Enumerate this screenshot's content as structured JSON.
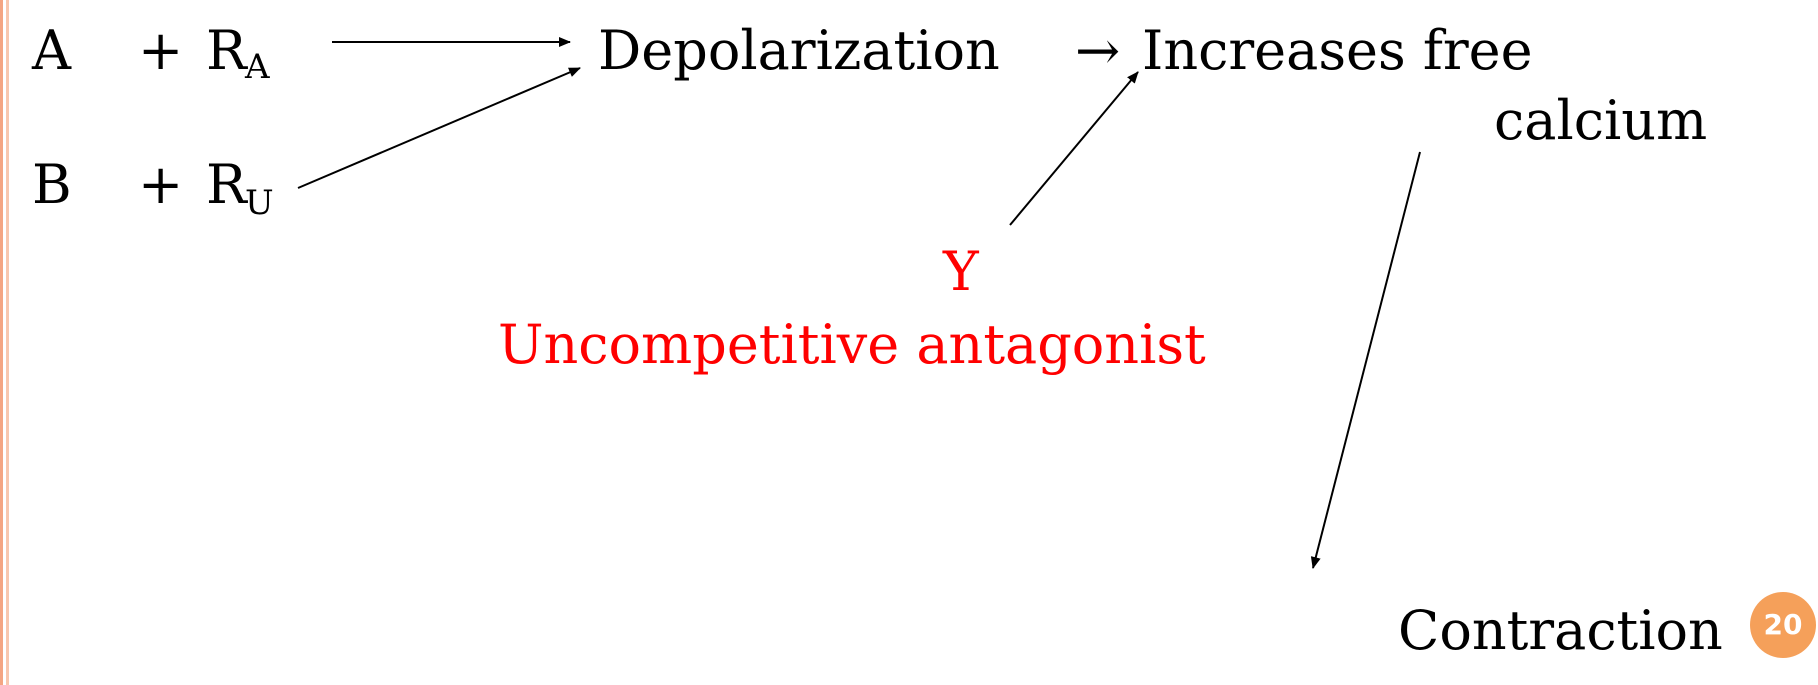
{
  "diagram": {
    "row_a": {
      "symbol": "A",
      "plus": "+",
      "receptor": "R",
      "receptor_sub": "A"
    },
    "row_b": {
      "symbol": "B",
      "plus": "+",
      "receptor": "R",
      "receptor_sub": "U"
    },
    "depolarization": "Depolarization",
    "arrow_glyph": "→",
    "increases_line1": "Increases free",
    "increases_line2": "calcium",
    "antagonist_symbol": "Y",
    "antagonist_label": "Uncompetitive antagonist",
    "contraction": "Contraction"
  },
  "page_number": "20",
  "colors": {
    "text": "#000000",
    "antagonist": "#ff0000",
    "badge": "#f5a05a",
    "border": "#f4a582"
  }
}
